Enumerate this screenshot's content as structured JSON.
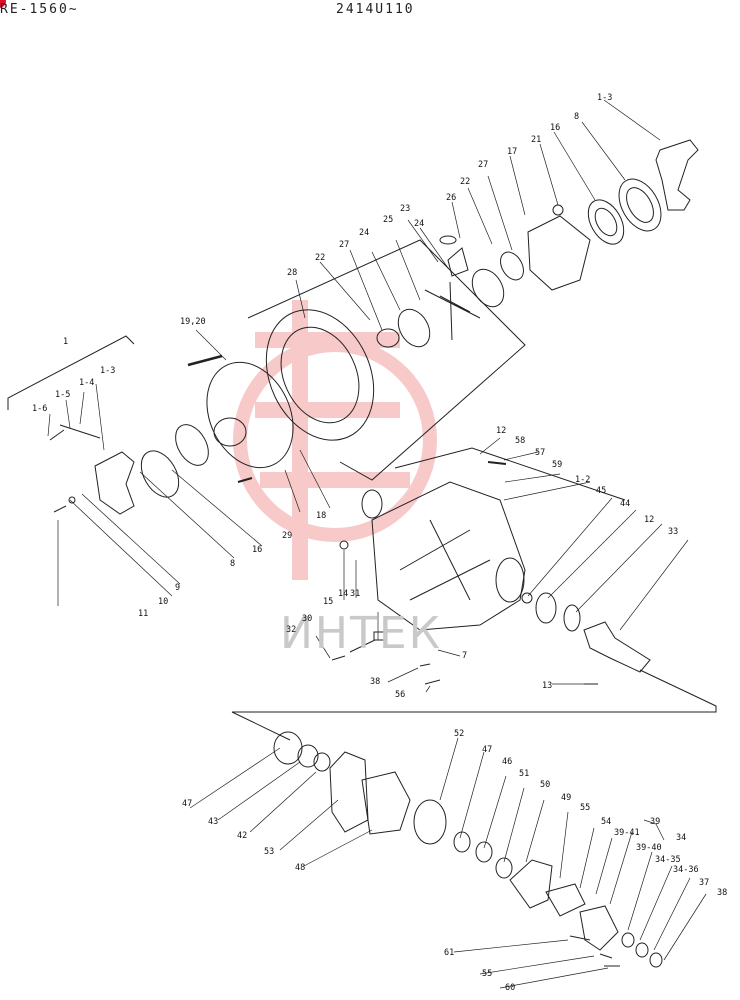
{
  "header": {
    "left_code": "RE-1560~",
    "right_code": "2414U110"
  },
  "watermark": {
    "text": "ИНТЕК",
    "emblem_color": "#f4a4a4"
  },
  "labels": {
    "l1_3a": "1-3",
    "l8a": "8",
    "l16a": "16",
    "l21": "21",
    "l17": "17",
    "l27a": "27",
    "l22a": "22",
    "l26": "26",
    "l23": "23",
    "l24a": "24",
    "l25": "25",
    "l24b": "24",
    "l27b": "27",
    "l22b": "22",
    "l28": "28",
    "l19_20": "19,20",
    "l1": "1",
    "l1_5": "1-5",
    "l1_4": "1-4",
    "l1_3b": "1-3",
    "l1_6": "1-6",
    "l18": "18",
    "l29": "29",
    "l8b": "8",
    "l16b": "16",
    "l9": "9",
    "l10": "10",
    "l11": "11",
    "l12a": "12",
    "l58": "58",
    "l57": "57",
    "l59": "59",
    "l1_2": "1-2",
    "l45": "45",
    "l44": "44",
    "l12b": "12",
    "l33": "33",
    "l15": "15",
    "l14": "14",
    "l31": "31",
    "l30": "30",
    "l32": "32",
    "l7": "7",
    "l38a": "38",
    "l56": "56",
    "l13": "13",
    "l52": "52",
    "l47a": "47",
    "l46": "46",
    "l51": "51",
    "l50": "50",
    "l49": "49",
    "l55a": "55",
    "l54": "54",
    "l39_41": "39-41",
    "l39": "39",
    "l34": "34",
    "l39_40": "39-40",
    "l34_35": "34-35",
    "l34_36": "34-36",
    "l37": "37",
    "l38b": "38",
    "l47b": "47",
    "l43": "43",
    "l42": "42",
    "l53": "53",
    "l48": "48",
    "l61": "61",
    "l55b": "55",
    "l60": "60"
  }
}
